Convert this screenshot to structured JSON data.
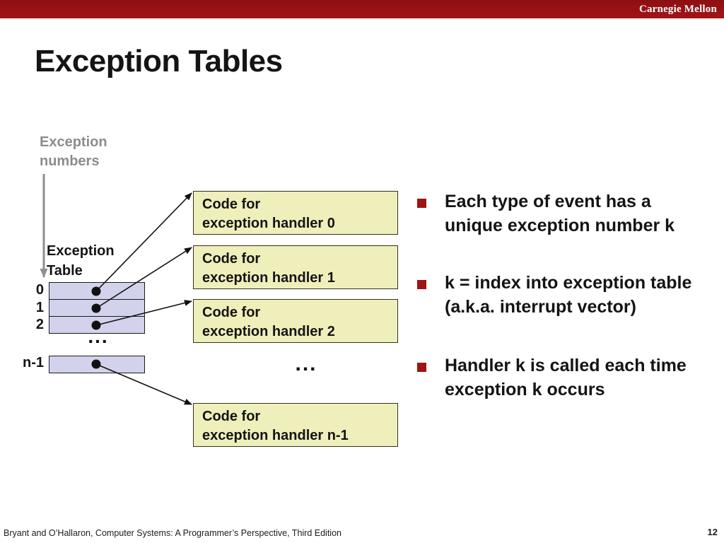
{
  "header": {
    "brand": "Carnegie Mellon"
  },
  "title": "Exception Tables",
  "diagram": {
    "exception_numbers_label": {
      "line1": "Exception",
      "line2": "numbers"
    },
    "exception_table_label": {
      "line1": "Exception",
      "line2": "Table"
    },
    "table_rows": [
      {
        "label": "0"
      },
      {
        "label": "1"
      },
      {
        "label": "2"
      },
      {
        "label": "n-1"
      }
    ],
    "rows_ellipsis": "...",
    "handlers": [
      {
        "line1": "Code for",
        "line2": "exception handler 0"
      },
      {
        "line1": "Code for",
        "line2": "exception handler 1"
      },
      {
        "line1": "Code for",
        "line2": "exception handler 2"
      },
      {
        "line1": "Code for",
        "line2": "exception handler n-1"
      }
    ],
    "handlers_ellipsis": "...",
    "colors": {
      "table_fill": "#d2d2ec",
      "handler_fill": "#efefbc",
      "arrow_black": "#111111",
      "gray_label": "#8c8c8c",
      "header_red": "#9e1215",
      "bullet_red": "#9c1414"
    }
  },
  "bullets": [
    {
      "lines": [
        "Each type of event has a",
        "unique exception number k"
      ]
    },
    {
      "lines": [
        "k = index into exception table",
        "(a.k.a. interrupt vector)"
      ]
    },
    {
      "lines": [
        "Handler k is called each time",
        "exception k occurs"
      ]
    }
  ],
  "footer": {
    "citation": "Bryant and O’Hallaron, Computer Systems: A Programmer’s Perspective, Third Edition",
    "page": "12"
  }
}
